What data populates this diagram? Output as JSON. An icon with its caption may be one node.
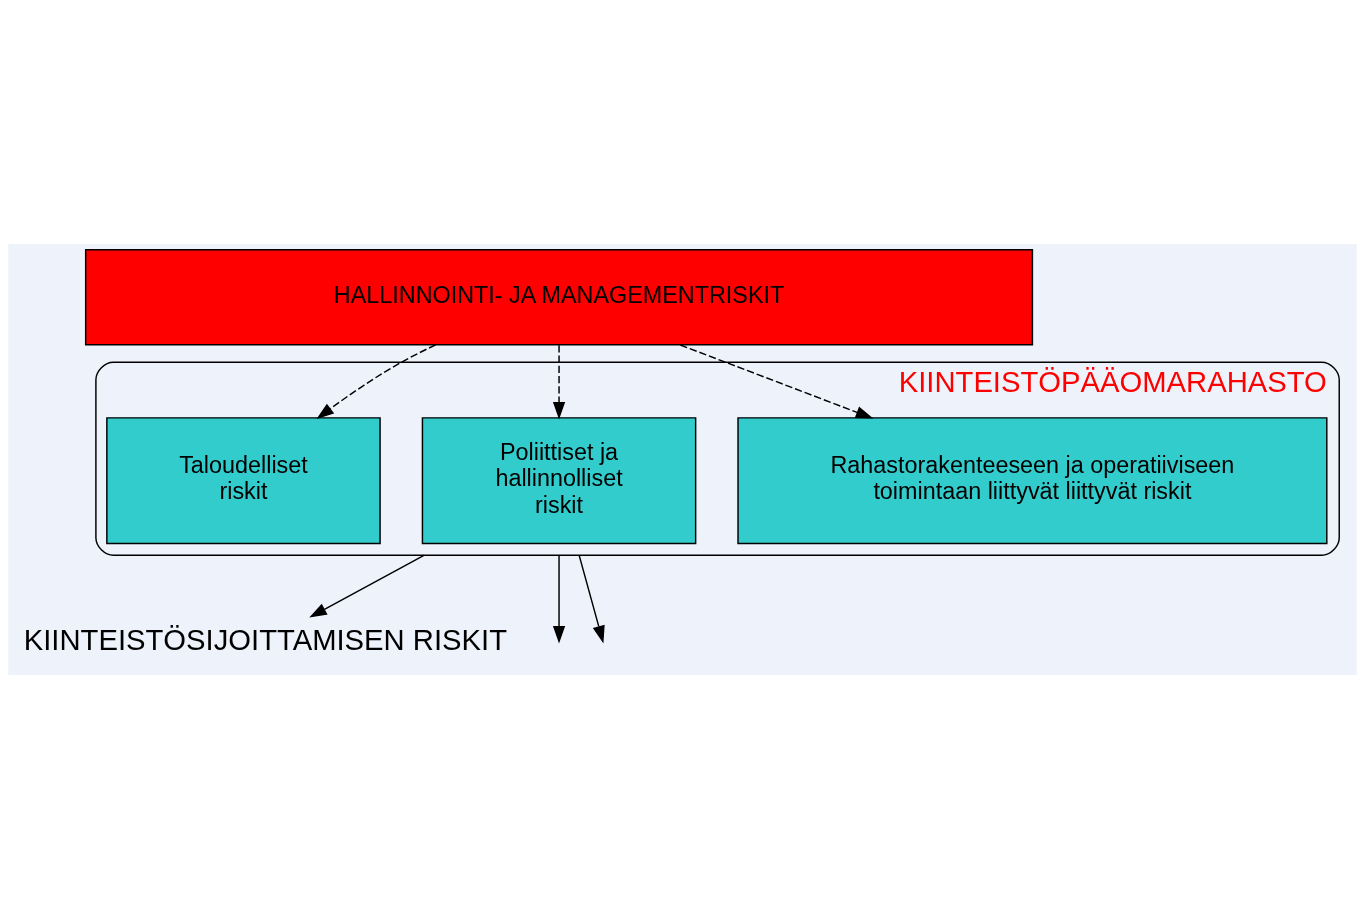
{
  "diagram": {
    "nodes": [
      {
        "text": [
          "HALLINNOINTI- JA MANAGEMENTRISKIT"
        ]
      },
      {
        "text": [
          "KIINTEISTÖPÄÄOMARAHASTO"
        ]
      },
      {
        "text": [
          "Taloudelliset riskit"
        ],
        "in": 1
      },
      {
        "text": [
          "Poliittiset ja hallinnolliset riskit"
        ],
        "in": 1
      },
      {
        "text": [
          "Rahastorakenteeseen ja operatiiviseen toimintaan liittyvät liittyvät riskit"
        ],
        "in": 1
      },
      {
        "text": [
          "KIINTEISTÖSIJOITTAMISEN RISKIT"
        ]
      }
    ],
    "edges": [
      {
        "from": 0,
        "to": 2,
        "arrow": "to",
        "style": "dashed"
      },
      {
        "from": 0,
        "to": 3,
        "arrow": "to",
        "style": "dashed"
      },
      {
        "from": 0,
        "to": 4,
        "arrow": "to",
        "style": "dashed"
      },
      {
        "from": 1,
        "to": null,
        "arrow": "to"
      },
      {
        "from": 1,
        "to": 5,
        "arrow": "to"
      },
      {
        "from": 1,
        "to": null,
        "arrow": "to"
      }
    ]
  }
}
